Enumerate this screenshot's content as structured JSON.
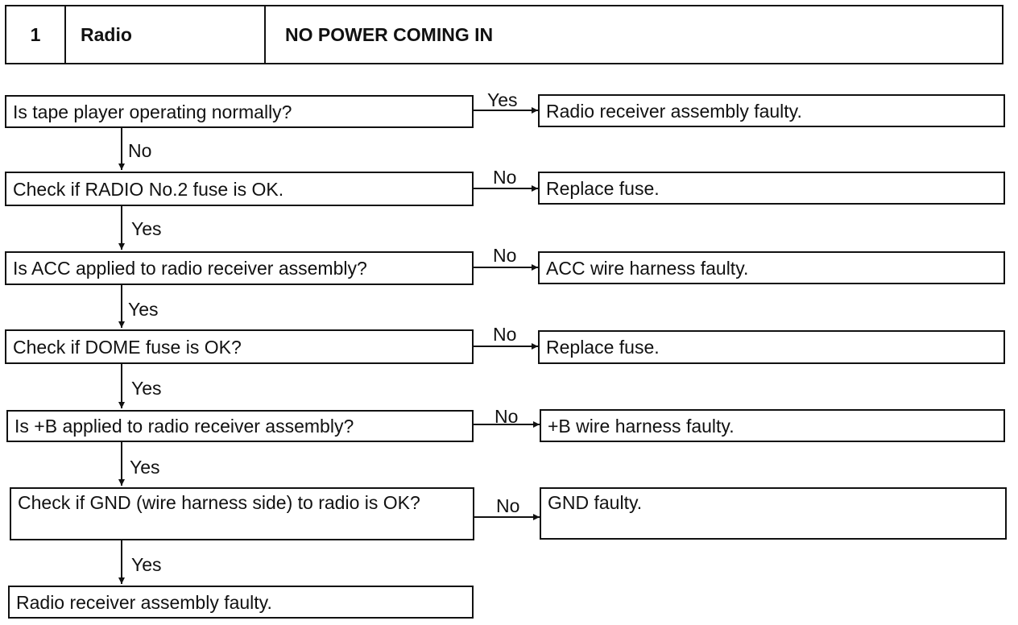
{
  "header": {
    "number": "1",
    "system": "Radio",
    "symptom": "NO POWER COMING IN"
  },
  "steps": [
    {
      "question": "Is tape player operating normally?",
      "side_label": "Yes",
      "side_result": "Radio receiver assembly faulty.",
      "down_label": "No"
    },
    {
      "question": "Check if RADIO No.2 fuse is OK.",
      "side_label": "No",
      "side_result": "Replace fuse.",
      "down_label": "Yes"
    },
    {
      "question": "Is ACC applied to radio receiver assembly?",
      "side_label": "No",
      "side_result": "ACC wire harness faulty.",
      "down_label": "Yes"
    },
    {
      "question": "Check if DOME fuse is OK?",
      "side_label": "No",
      "side_result": "Replace fuse.",
      "down_label": "Yes"
    },
    {
      "question": "Is +B applied to radio receiver assembly?",
      "side_label": "No",
      "side_result": "+B wire harness faulty.",
      "down_label": "Yes"
    },
    {
      "question": "Check if GND (wire harness side) to radio is OK?",
      "side_label": "No",
      "side_result": "GND faulty.",
      "down_label": "Yes"
    }
  ],
  "final_result": "Radio receiver assembly faulty."
}
